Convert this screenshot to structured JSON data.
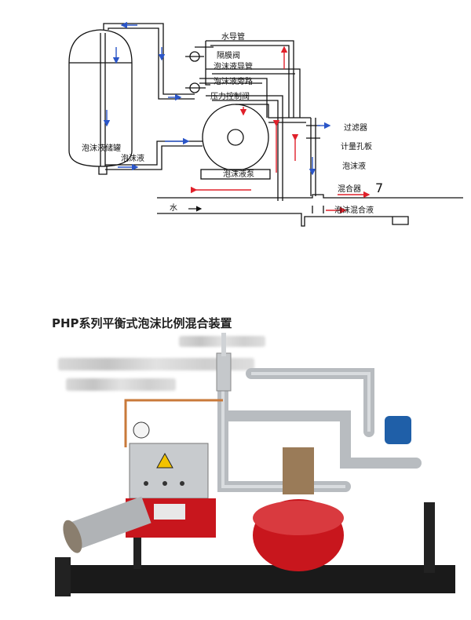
{
  "diagram": {
    "labels": {
      "water_guide_pipe": "水导管",
      "diaphragm_valve": "隔膜阀",
      "foam_guide_pipe": "泡沫液导管",
      "foam_bypass": "泡沫液旁路",
      "pressure_control_valve": "压力控制阀",
      "foam_tank": "泡沫液储罐",
      "foam_liquid_left": "泡沫液",
      "foam_pump": "泡沫液泵",
      "filter": "过滤器",
      "orifice_plate": "计量孔板",
      "foam_liquid_right": "泡沫液",
      "mixer": "混合器",
      "water": "水",
      "foam_mixture": "泡沫混合液",
      "mixer_tag": "7"
    },
    "colors": {
      "line": "#111111",
      "red_arrow": "#e0202a",
      "blue_arrow": "#2a55c8"
    }
  },
  "photo": {
    "title": "PHP系列平衡式泡沫比例混合装置",
    "warning_icon": "high-voltage-warning-icon"
  }
}
